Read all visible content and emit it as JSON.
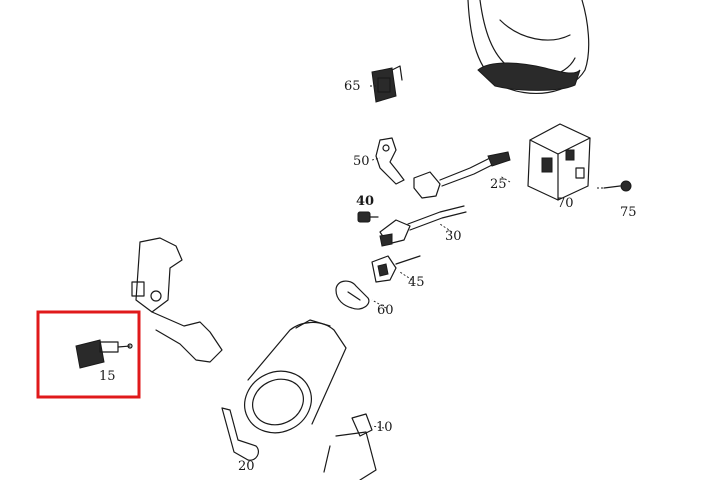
{
  "callouts": [
    {
      "id": "p65",
      "text": "65"
    },
    {
      "id": "p50",
      "text": "50"
    },
    {
      "id": "p25",
      "text": "25"
    },
    {
      "id": "p70",
      "text": "70"
    },
    {
      "id": "p75",
      "text": "75"
    },
    {
      "id": "p40",
      "text": "40"
    },
    {
      "id": "p30",
      "text": "30"
    },
    {
      "id": "p45",
      "text": "45"
    },
    {
      "id": "p60",
      "text": "60"
    },
    {
      "id": "p15",
      "text": "15"
    },
    {
      "id": "p10",
      "text": "10"
    },
    {
      "id": "p20",
      "text": "20"
    }
  ],
  "highlight": {
    "part": "15",
    "color": "#e0191b"
  }
}
